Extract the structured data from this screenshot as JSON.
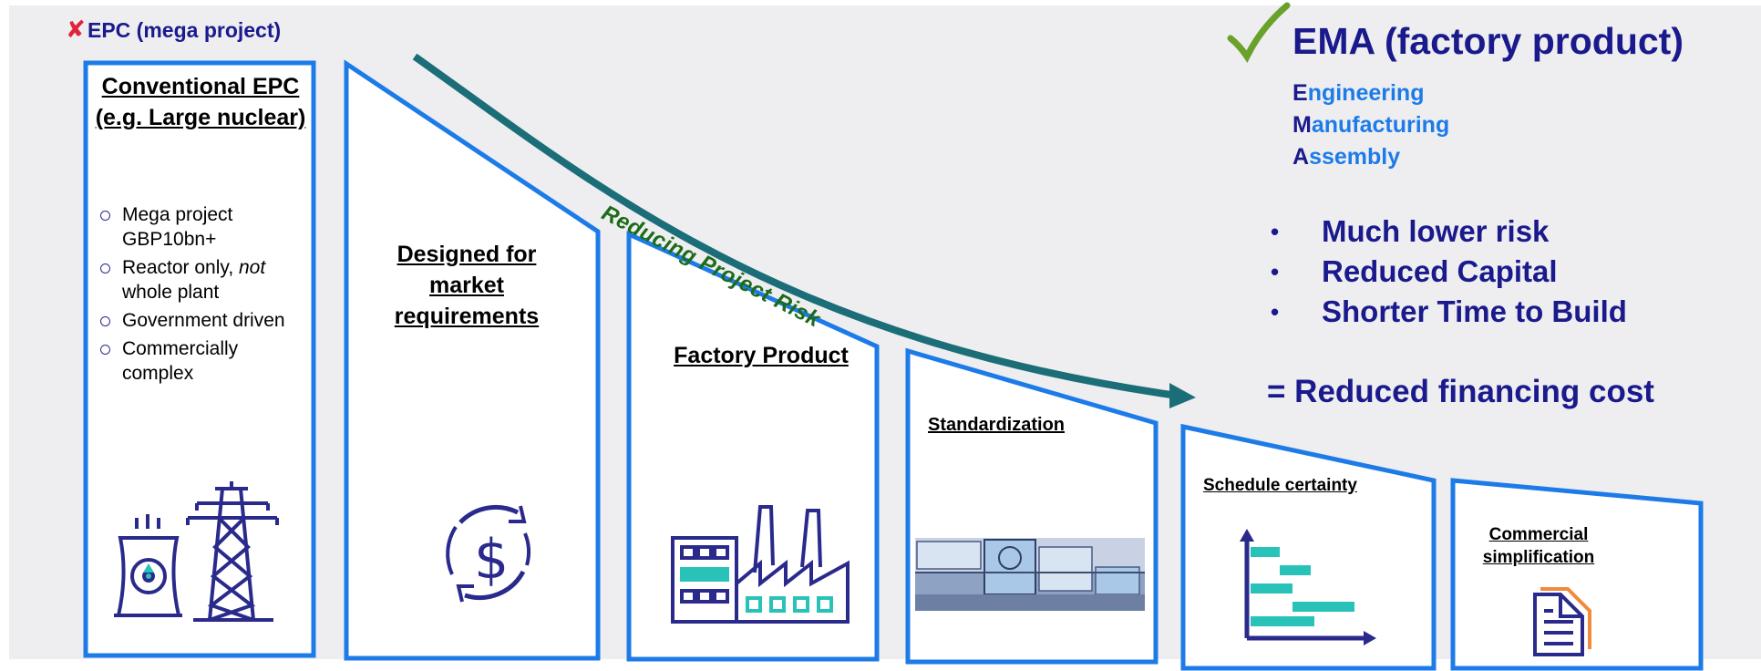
{
  "left_header": {
    "icon": "cross-icon",
    "label": "EPC (mega project)"
  },
  "stages": {
    "conventional": {
      "title": "Conventional EPC (e.g. Large nuclear)",
      "bullets": [
        {
          "text": "Mega project GBP10bn+",
          "prefix": "",
          "emph": "",
          "suffix": ""
        },
        {
          "text": "",
          "prefix": "Reactor only, ",
          "emph": "not",
          "suffix": " whole plant"
        },
        {
          "text": "Government driven",
          "prefix": "",
          "emph": "",
          "suffix": ""
        },
        {
          "text": "Commercially complex",
          "prefix": "",
          "emph": "",
          "suffix": ""
        }
      ],
      "icon": "nuclear-plant-pylon-icon"
    },
    "designed": {
      "title": "Designed for market requirements",
      "icon": "dollar-cycle-icon"
    },
    "factory": {
      "title": "Factory Product",
      "icon": "factory-icon"
    },
    "standardization": {
      "title": "Standardization",
      "icon": "plant-schematic-image"
    },
    "schedule": {
      "title": "Schedule certainty",
      "icon": "gantt-chart-icon"
    },
    "commercial": {
      "title": "Commercial simplification",
      "icon": "document-icon"
    }
  },
  "arrow_label": "Reducing Project Risk",
  "right_panel": {
    "check_icon": "checkmark-icon",
    "title": "EMA (factory product)",
    "acronym": [
      {
        "initial": "E",
        "rest": "ngineering"
      },
      {
        "initial": "M",
        "rest": "anufacturing"
      },
      {
        "initial": "A",
        "rest": "ssembly"
      }
    ],
    "bullets": [
      "Much lower risk",
      "Reduced Capital",
      "Shorter Time to Build"
    ],
    "conclusion": "= Reduced financing cost"
  },
  "colors": {
    "outline_blue": "#1d7be8",
    "navy": "#1a1a8c",
    "arrow_teal": "#1b6e78",
    "risk_green": "#1c6b18",
    "cross_red": "#e0233b",
    "check_green": "#6aa12a",
    "teal_bars": "#29c2b8"
  }
}
